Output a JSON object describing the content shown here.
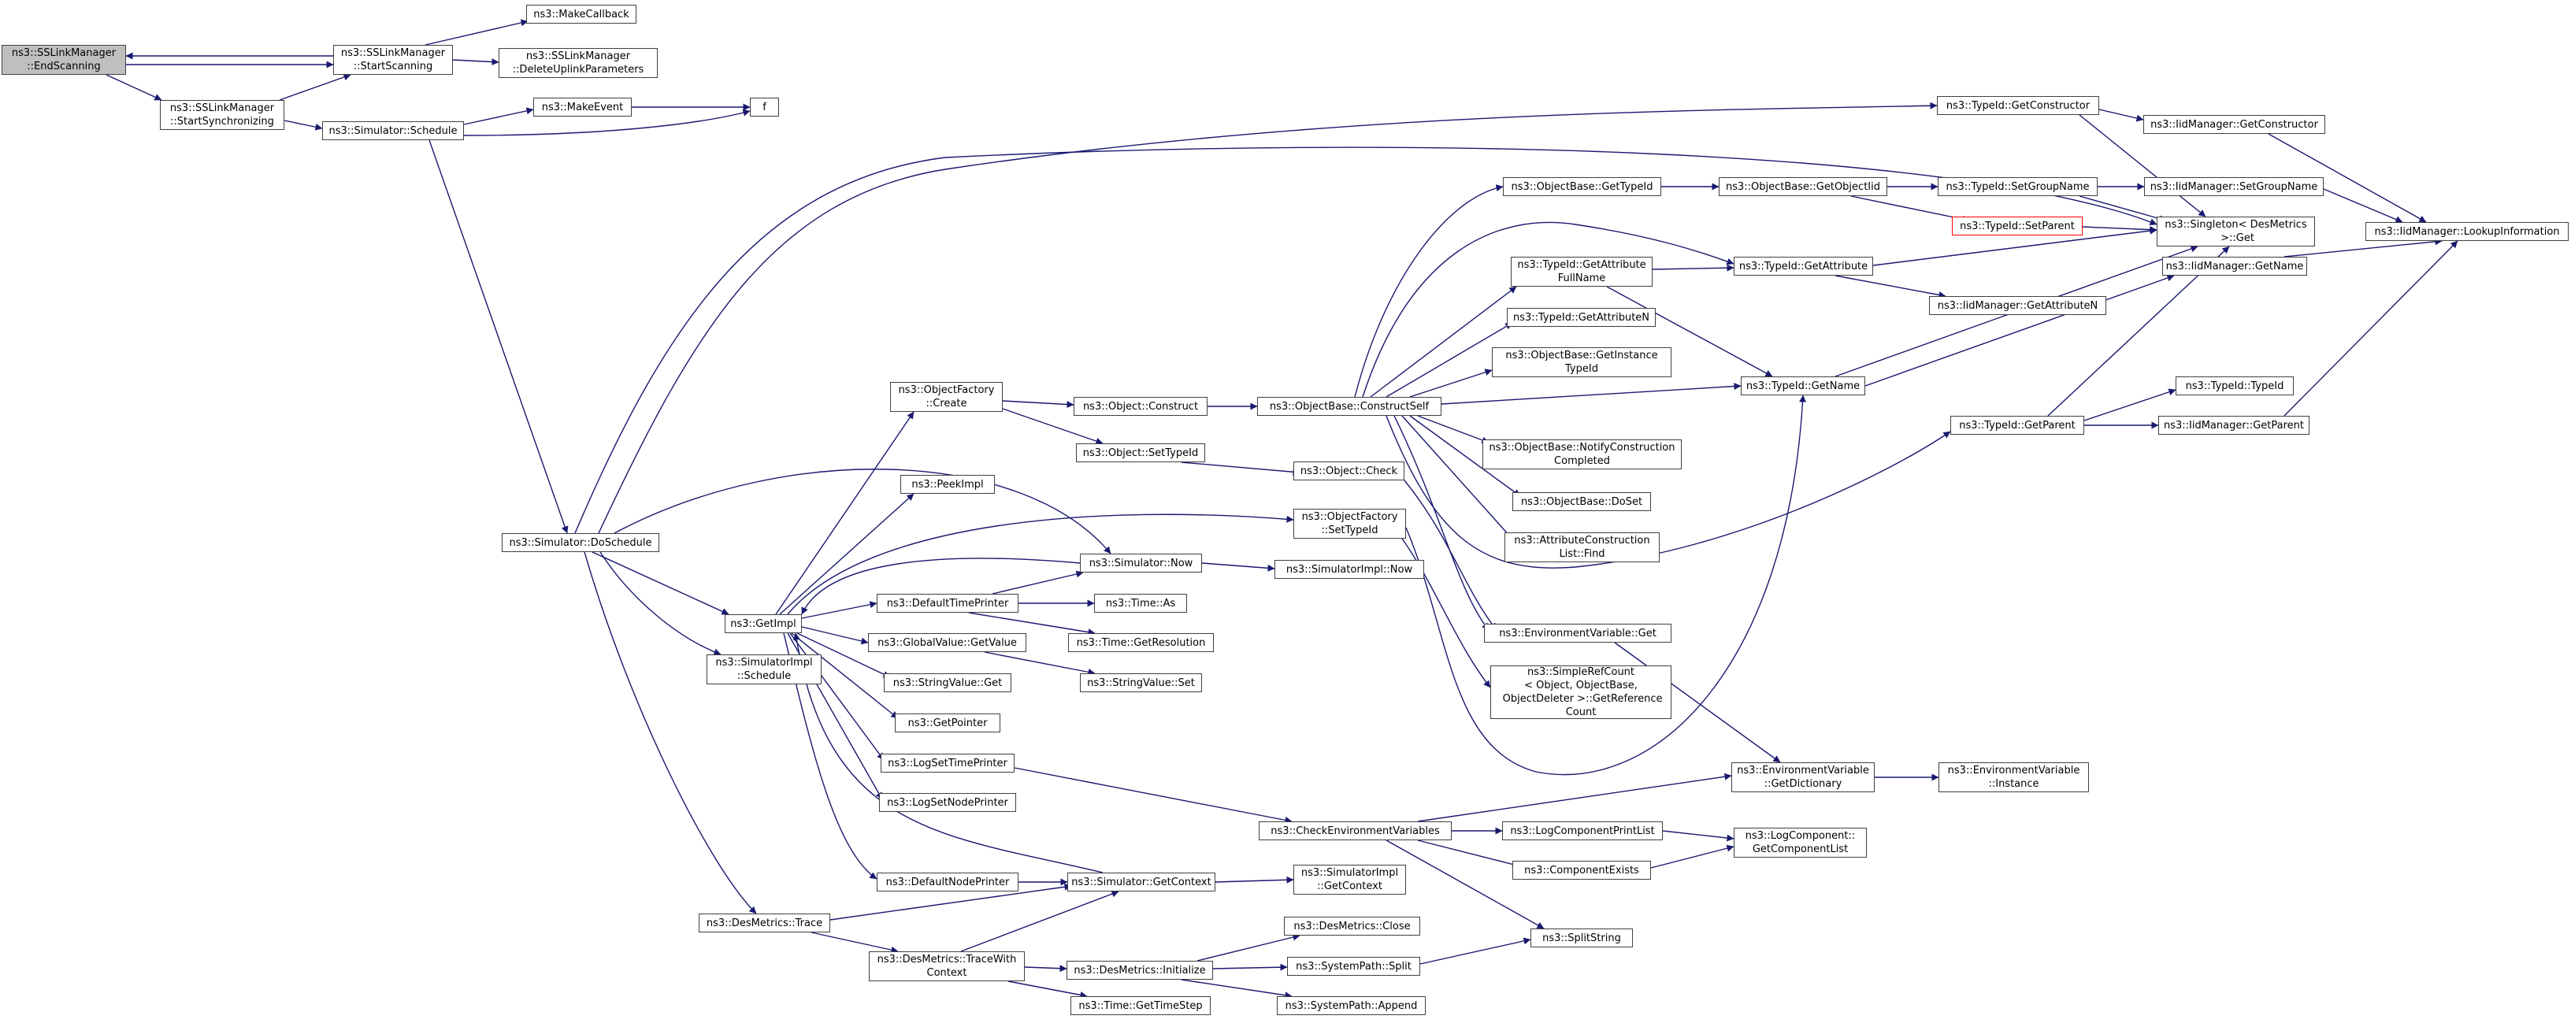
{
  "colors": {
    "edge": "#191970",
    "border": "#404040",
    "current_fill": "#bfbfbf",
    "highlight_border": "#ff0000"
  },
  "nodes": {
    "endscanning": "ns3::SSLinkManager\n::EndScanning",
    "startscanning": "ns3::SSLinkManager\n::StartScanning",
    "startsync": "ns3::SSLinkManager\n::StartSynchronizing",
    "makecallback": "ns3::MakeCallback",
    "deleteuplink": "ns3::SSLinkManager\n::DeleteUplinkParameters",
    "schedule": "ns3::Simulator::Schedule",
    "makeevent": "ns3::MakeEvent",
    "f": "f",
    "doschedule": "ns3::Simulator::DoSchedule",
    "getimpl": "ns3::GetImpl",
    "simimplschedule": "ns3::SimulatorImpl\n::Schedule",
    "desmetricstrace": "ns3::DesMetrics::Trace",
    "objfactorycreate": "ns3::ObjectFactory\n::Create",
    "peekimpl": "ns3::PeekImpl",
    "defaulttimeprinter": "ns3::DefaultTimePrinter",
    "globalvalueget": "ns3::GlobalValue::GetValue",
    "stringvalueget": "ns3::StringValue::Get",
    "getpointer": "ns3::GetPointer",
    "logsettimeprinter": "ns3::LogSetTimePrinter",
    "logsetnodeprinter": "ns3::LogSetNodePrinter",
    "defaultnodeprinter": "ns3::DefaultNodePrinter",
    "tracewithcontext": "ns3::DesMetrics::TraceWith\nContext",
    "objconstruct": "ns3::Object::Construct",
    "objsettypeid": "ns3::Object::SetTypeId",
    "simnow": "ns3::Simulator::Now",
    "timeas": "ns3::Time::As",
    "timegetres": "ns3::Time::GetResolution",
    "stringvalueset": "ns3::StringValue::Set",
    "simgetcontext": "ns3::Simulator::GetContext",
    "desinit": "ns3::DesMetrics::Initialize",
    "timegettimestep": "ns3::Time::GetTimeStep",
    "constructself": "ns3::ObjectBase::ConstructSelf",
    "objcheck": "ns3::Object::Check",
    "objfactorysettypeid": "ns3::ObjectFactory\n::SetTypeId",
    "simimplnow": "ns3::SimulatorImpl::Now",
    "checkenv": "ns3::CheckEnvironmentVariables",
    "simimplgetcontext": "ns3::SimulatorImpl\n::GetContext",
    "desclose": "ns3::DesMetrics::Close",
    "pathsplit": "ns3::SystemPath::Split",
    "pathappend": "ns3::SystemPath::Append",
    "obgettypeid": "ns3::ObjectBase::GetTypeId",
    "tidgetattrfullname": "ns3::TypeId::GetAttribute\nFullName",
    "tidgetattrn": "ns3::TypeId::GetAttributeN",
    "obgetinstancetypeid": "ns3::ObjectBase::GetInstance\nTypeId",
    "obnotify": "ns3::ObjectBase::NotifyConstruction\nCompleted",
    "obdoset": "ns3::ObjectBase::DoSet",
    "attrconstlistfind": "ns3::AttributeConstruction\nList::Find",
    "envget": "ns3::EnvironmentVariable::Get",
    "simplerefcount": "ns3::SimpleRefCount\n< Object, ObjectBase,\n ObjectDeleter >::GetReference\nCount",
    "logcompprintlist": "ns3::LogComponentPrintList",
    "componentexists": "ns3::ComponentExists",
    "splitstring": "ns3::SplitString",
    "obgetobjectiid": "ns3::ObjectBase::GetObjectIid",
    "tidgetattribute": "ns3::TypeId::GetAttribute",
    "tidgetname": "ns3::TypeId::GetName",
    "envgetdict": "ns3::EnvironmentVariable\n::GetDictionary",
    "logcompgetlist": "ns3::LogComponent::\nGetComponentList",
    "tidgetconstructor": "ns3::TypeId::GetConstructor",
    "tidsetgroupname": "ns3::TypeId::SetGroupName",
    "tidsetparent": "ns3::TypeId::SetParent",
    "iidgetattrn": "ns3::IidManager::GetAttributeN",
    "tidgetparent": "ns3::TypeId::GetParent",
    "envinstance": "ns3::EnvironmentVariable\n::Instance",
    "iidgetconstructor": "ns3::IidManager::GetConstructor",
    "singletonget": "ns3::Singleton< DesMetrics\n >::Get",
    "iidsetgroupname": "ns3::IidManager::SetGroupName",
    "iidgetname": "ns3::IidManager::GetName",
    "tidtypeid": "ns3::TypeId::TypeId",
    "iidgetparent": "ns3::IidManager::GetParent",
    "iidlookup": "ns3::IidManager::LookupInformation"
  }
}
